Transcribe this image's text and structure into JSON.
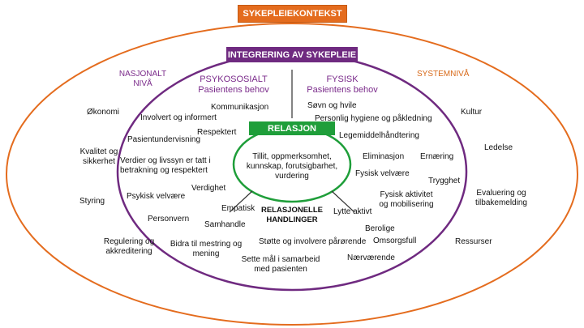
{
  "colors": {
    "orange": "#e46c1e",
    "purple": "#6f2a80",
    "green": "#1f9e3a",
    "text": "#111111"
  },
  "titles": {
    "context": "SYKEPLEIEKONTEKST",
    "integration": "INTEGRERING AV SYKEPLEIE",
    "relation": "RELASJON"
  },
  "levels": {
    "national": "NASJONALT\nNIVÅ",
    "system": "SYSTEMNIVÅ"
  },
  "sections": {
    "psychosocial": {
      "title": "PSYKOSOSIALT",
      "subtitle": "Pasientens behov"
    },
    "physical": {
      "title": "FYSISK",
      "subtitle": "Pasientens behov"
    },
    "relational_actions": "RELASJONELLE\nHANDLINGER"
  },
  "center_text": "Tillit, oppmerksomhet,\nkunnskap, forutsigbarhet,\nvurdering",
  "outer_left": [
    "Økonomi",
    "Kvalitet og\nsikkerhet",
    "Styring",
    "Regulering og\nakkreditering"
  ],
  "outer_right": [
    "Kultur",
    "Ledelse",
    "Evaluering og\ntilbakemelding",
    "Ressurser"
  ],
  "psychosocial_items": [
    "Kommunikasjon",
    "Involvert og informert",
    "Respektert",
    "Pasientundervisning",
    "Verdier og livssyn er tatt i\nbetrakning og respektert",
    "Verdighet",
    "Psykisk velvære"
  ],
  "physical_items": [
    "Søvn og hvile",
    "Personlig hygiene og påkledning",
    "Legemiddelhåndtering",
    "Eliminasjon",
    "Ernæring",
    "Fysisk velvære",
    "Trygghet",
    "Fysisk aktivitet\nog mobilisering"
  ],
  "actions": [
    "Personvern",
    "Empatisk",
    "Samhandle",
    "Bidra til mestring og\nmening",
    "Støtte og involvere pårørende",
    "Sette mål i samarbeid\nmed pasienten",
    "Lytte aktivt",
    "Berolige",
    "Omsorgsfull",
    "Nærværende"
  ]
}
